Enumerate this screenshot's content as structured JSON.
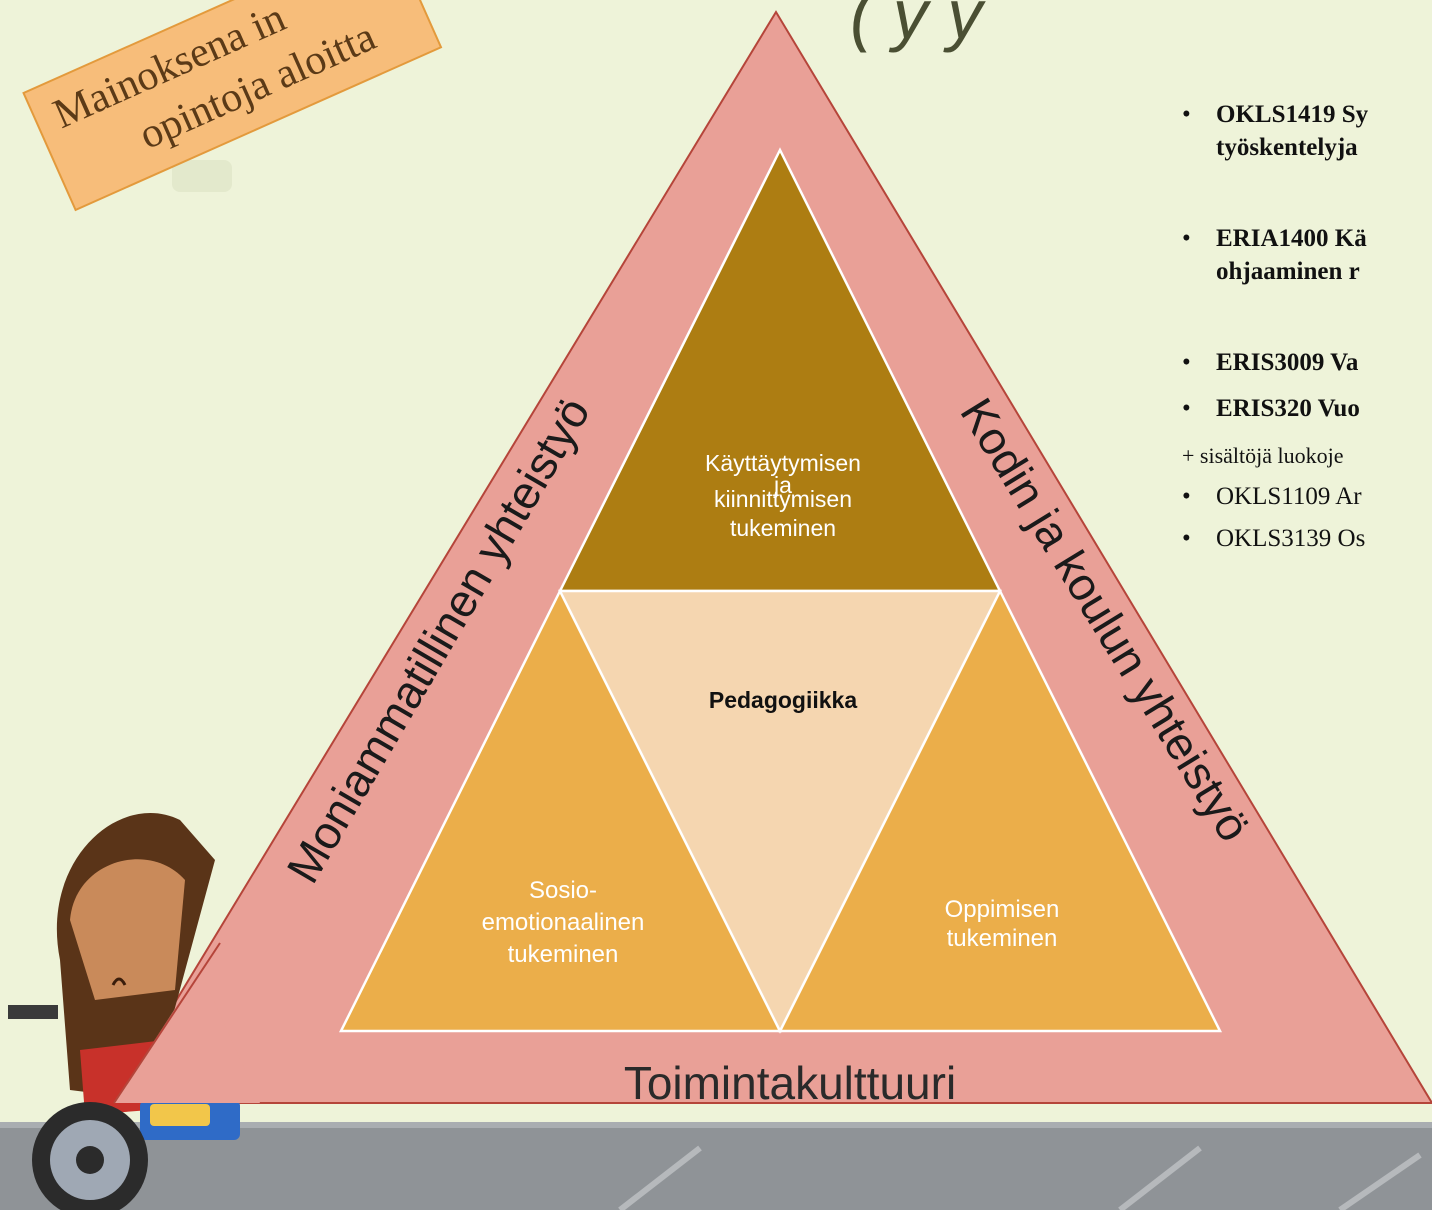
{
  "banner": {
    "line1": "Mainoksena in",
    "line2": "opintoja aloitta"
  },
  "title_fragment": "(                    y   y",
  "diagram": {
    "outer_left": "Moniammatillinen yhteistyö",
    "outer_right": "Kodin ja koulun yhteistyö",
    "outer_bottom": "Toimintakulttuuri",
    "top": [
      "Käyttäytymisen",
      "ja",
      "kiinnittymisen",
      "tukeminen"
    ],
    "center": "Pedagogiikka",
    "bottom_left": [
      "Sosio-",
      "emotionaalinen",
      "tukeminen"
    ],
    "bottom_right": [
      "Oppimisen",
      "tukeminen"
    ]
  },
  "courses": {
    "bold_items": [
      {
        "line1": "OKLS1419 Sy",
        "line2": "työskentelyja"
      },
      {
        "line1": "ERIA1400 Kä",
        "line2": "ohjaaminen r"
      },
      {
        "line1": "ERIS3009 Va"
      },
      {
        "line1": "ERIS320 Vuo"
      }
    ],
    "plus_note": "+ sisältöjä luokoje",
    "items": [
      "OKLS1109 Ar",
      "OKLS3139 Os"
    ]
  },
  "colors": {
    "background": "#eef3d9",
    "outer_triangle": "#e9a097",
    "top_triangle": "#ad7d12",
    "side_triangles": "#ebae4a",
    "center_triangle": "#f5d6b0",
    "banner": "#f7bd7a"
  }
}
